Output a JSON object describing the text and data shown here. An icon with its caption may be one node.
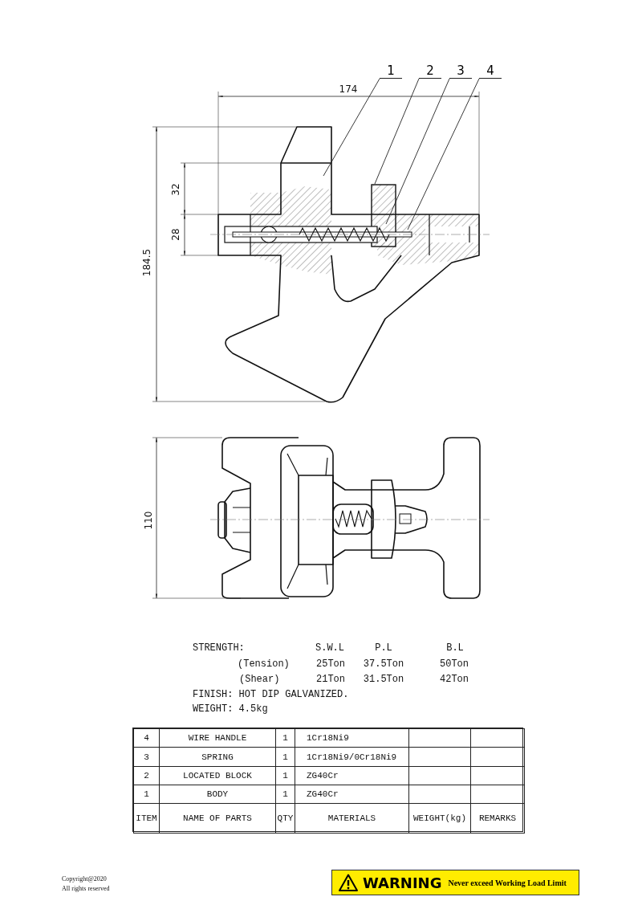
{
  "diagram": {
    "nodes": [
      {
        "text": [
          "1"
        ]
      },
      {
        "text": [
          "2"
        ]
      },
      {
        "text": [
          "3"
        ]
      },
      {
        "text": [
          "4"
        ]
      },
      {
        "text": [
          "WARNING",
          "Never exceed Working Load Limit"
        ]
      }
    ],
    "edges": [
      {
        "from": 0,
        "to": null,
        "arrow": "none"
      },
      {
        "from": 1,
        "to": null,
        "arrow": "none"
      },
      {
        "from": 2,
        "to": null,
        "arrow": "none"
      },
      {
        "from": 3,
        "to": null,
        "arrow": "none"
      }
    ],
    "labels": [
      "174",
      "32",
      "28",
      "184.5",
      "110",
      "STRENGTH:",
      "S.W.L",
      "P.L",
      "B.L",
      "(Tension)",
      "25Ton",
      "37.5Ton",
      "50Ton",
      "(Shear)",
      "21Ton",
      "31.5Ton",
      "42Ton",
      "FINISH: HOT DIP GALVANIZED.",
      "WEIGHT: 4.5kg",
      "4",
      "WIRE HANDLE",
      "1",
      "1Cr18Ni9",
      "3",
      "SPRING",
      "1",
      "1Cr18Ni9/0Cr18Ni9",
      "2",
      "LOCATED BLOCK",
      "1",
      "ZG40Cr",
      "1",
      "BODY",
      "1",
      "ZG40Cr",
      "ITEM",
      "NAME OF PARTS",
      "QTY",
      "MATERIALS",
      "WEIGHT(kg)",
      "REMARKS",
      "Copyright@2020",
      "All rights reserved"
    ]
  }
}
